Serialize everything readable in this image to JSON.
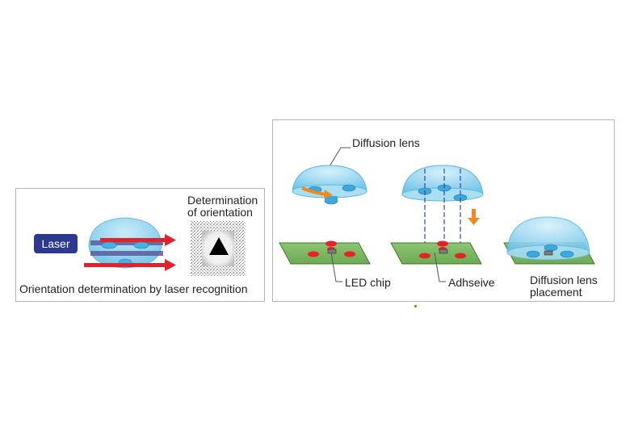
{
  "left_panel": {
    "laser_label": "Laser",
    "determination_label_line1": "Determination",
    "determination_label_line2": "of orientation",
    "caption": "Orientation determination by laser recognition"
  },
  "right_panel": {
    "diffusion_lens_label": "Diffusion lens",
    "led_chip_label": "LED chip",
    "adhesive_label": "Adhseive",
    "placement_label_line1": "Diffusion lens",
    "placement_label_line2": "placement"
  },
  "colors": {
    "dome_blue": "#8fd3ef",
    "dome_edge": "#5bb8e0",
    "board_green": "#7fb866",
    "board_edge": "#3f7a2e",
    "adhesive_red": "#e5212a",
    "laser_arrow_red": "#e0222c",
    "rotation_arrow_orange": "#f08a1c",
    "laser_badge_navy": "#2b3a8f"
  }
}
